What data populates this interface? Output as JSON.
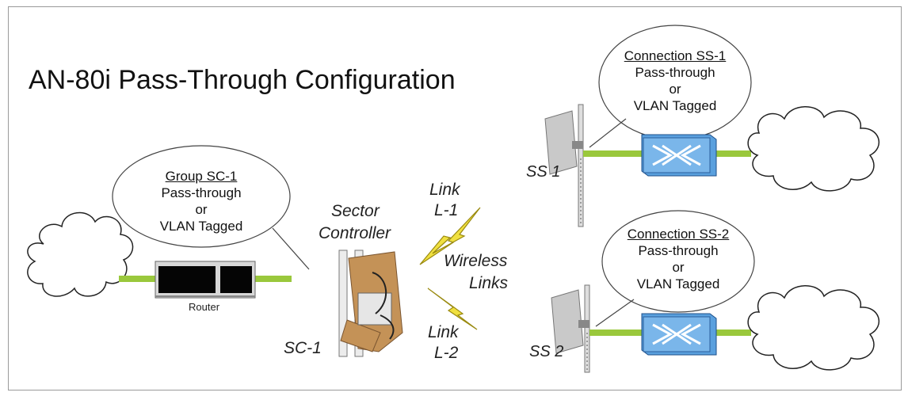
{
  "title": "AN-80i Pass-Through Configuration",
  "bubbles": {
    "sc1": {
      "heading": "Group SC-1",
      "line1": "Pass-through",
      "line2": "or",
      "line3": "VLAN Tagged"
    },
    "ss1": {
      "heading": "Connection SS-1",
      "line1": "Pass-through",
      "line2": "or",
      "line3": "VLAN Tagged"
    },
    "ss2": {
      "heading": "Connection SS-2",
      "line1": "Pass-through",
      "line2": "or",
      "line3": "VLAN Tagged"
    }
  },
  "labels": {
    "router": "Router",
    "sector_line1": "Sector",
    "sector_line2": "Controller",
    "sc1": "SC-1",
    "link1_line1": "Link",
    "link1_line2": "L-1",
    "link2_line1": "Link",
    "link2_line2": "L-2",
    "wireless_line1": "Wireless",
    "wireless_line2": "Links",
    "ss1": "SS 1",
    "ss2": "SS 2"
  },
  "colors": {
    "cable": "#9ac83c",
    "switch_fill": "#5aa0de",
    "bolt_fill": "#f0e040",
    "unit_gray": "#bfbfbf",
    "bracket_tan": "#c49257"
  }
}
